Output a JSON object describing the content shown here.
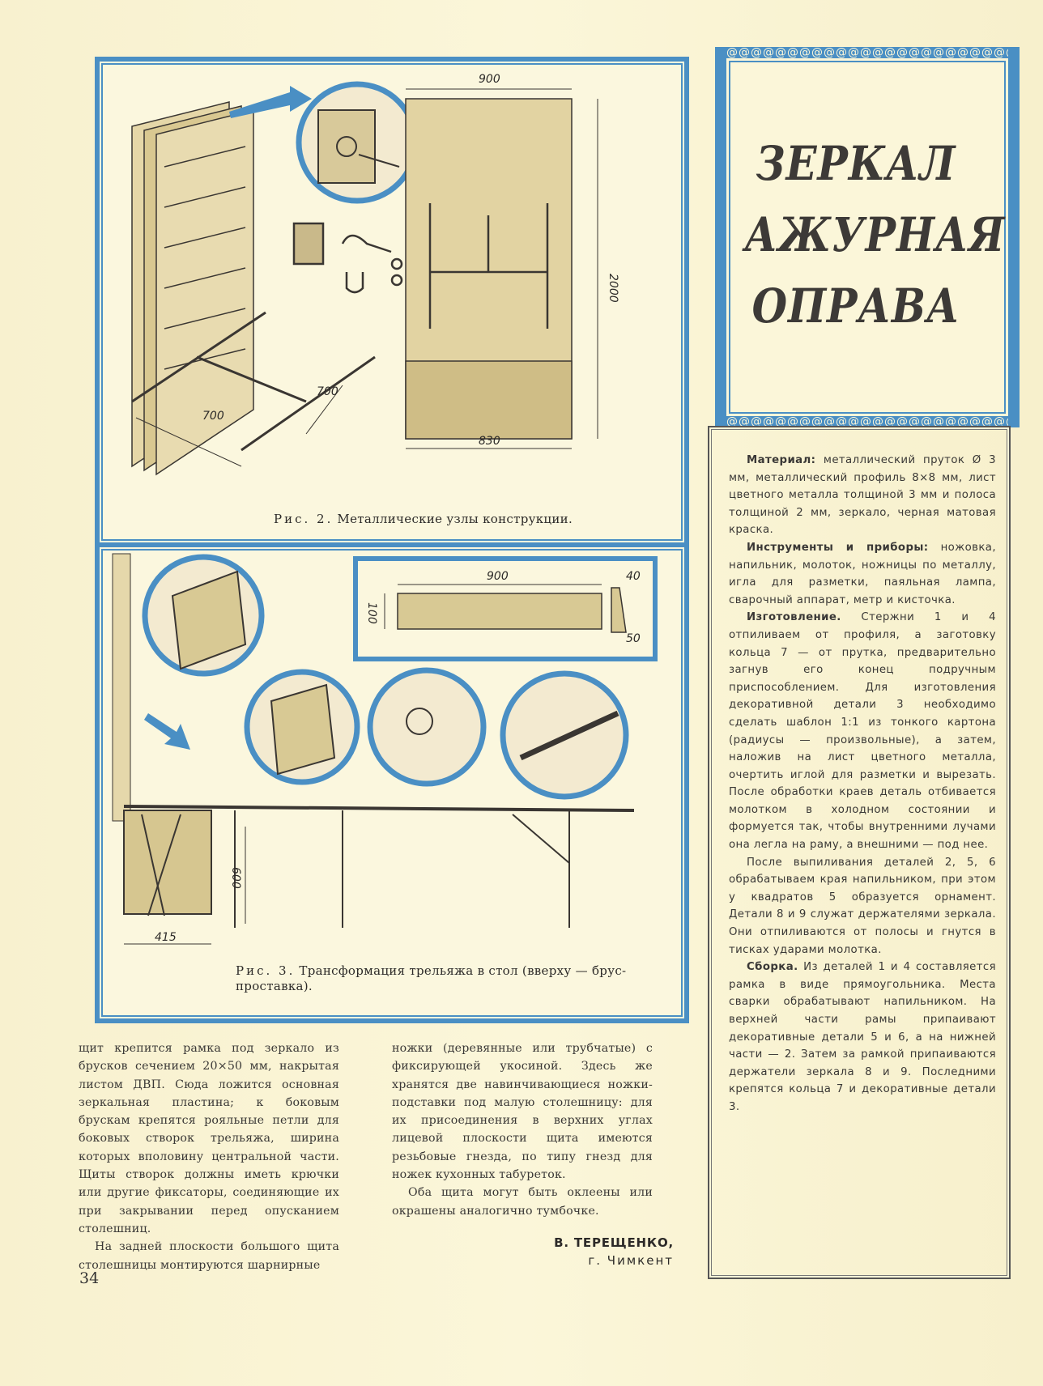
{
  "title": {
    "line1": "ЗЕРКАЛ",
    "line2": "АЖУРНАЯ",
    "line3": "ОПРАВА"
  },
  "figure2": {
    "caption_label": "Рис. 2.",
    "caption_text": "Металлические узлы конструкции.",
    "dims": {
      "width_top": "900",
      "height": "2000",
      "width_bottom": "830",
      "rod_a": "700",
      "rod_b": "700"
    }
  },
  "figure3": {
    "caption_label": "Рис. 3.",
    "caption_text": "Трансформация трельяжа в стол (вверху — брус-проставка).",
    "dims": {
      "bar_length": "900",
      "bar_height": "100",
      "profile_top": "40",
      "profile_bottom": "50",
      "table_height": "600",
      "base_width": "415"
    }
  },
  "sidebar": {
    "materials_label": "Материал:",
    "materials_text": "металлический пруток Ø 3 мм, металлический профиль 8×8 мм, лист цветного металла толщиной 3 мм и полоса толщиной 2 мм, зеркало, черная матовая краска.",
    "tools_label": "Инструменты и приборы:",
    "tools_text": "ножовка, напильник, молоток, ножницы по металлу, игла для разметки, паяльная лампа, сварочный аппарат, метр и кисточка.",
    "making_label": "Изготовление.",
    "making_text": "Стержни 1 и 4 отпиливаем от профиля, а заготовку кольца 7 — от прутка, предварительно загнув его конец подручным приспособлением. Для изготовления декоративной детали 3 необходимо сделать шаблон 1:1 из тонкого картона (радиусы — произвольные), а затем, наложив на лист цветного металла, очертить иглой для разметки и вырезать. После обработки краев деталь отбивается молотком в холодном состоянии и формуется так, чтобы внутренними лучами она легла на раму, а внешними — под нее.",
    "making_text2": "После выпиливания деталей 2, 5, 6 обрабатываем края напильником, при этом у квадратов 5 образуется орнамент. Детали 8 и 9 служат держателями зеркала. Они отпиливаются от полосы и гнутся в тисках ударами молотка.",
    "assembly_label": "Сборка.",
    "assembly_text": "Из деталей 1 и 4 составляется рамка в виде прямоугольника. Места сварки обрабатывают напильником. На верхней части рамы припаивают декоративные детали 5 и 6, а на нижней части — 2. Затем за рамкой припаиваются держатели зеркала 8 и 9. Последними крепятся кольца 7 и декоративные детали 3."
  },
  "article": {
    "col1_p1": "щит крепится рамка под зеркало из брусков сечением 20×50 мм, накрытая листом ДВП. Сюда ложится основная зеркальная пластина; к боковым брускам крепятся рояльные петли для боковых створок трельяжа, ширина которых вполовину центральной части. Щиты створок должны иметь крючки или другие фиксаторы, соединяющие их при закрывании перед опусканием столешниц.",
    "col1_p2": "На задней плоскости большого щита столешницы монтируются шарнирные",
    "col2_p1": "ножки (деревянные или трубчатые) с фиксирующей укосиной. Здесь же хранятся две навинчивающиеся ножки-подставки под малую столешницу: для их присоединения в верхних углах лицевой плоскости щита имеются резьбовые гнезда, по типу гнезд для ножек кухонных табуреток.",
    "col2_p2": "Оба щита могут быть оклеены или окрашены аналогично тумбочке."
  },
  "author": {
    "name": "В. ТЕРЕЩЕНКО,",
    "city": "г. Чимкент"
  },
  "page_number": "34",
  "colors": {
    "accent": "#4a8fc4",
    "paper": "#fbf6d6",
    "ink": "#2c2a28"
  }
}
